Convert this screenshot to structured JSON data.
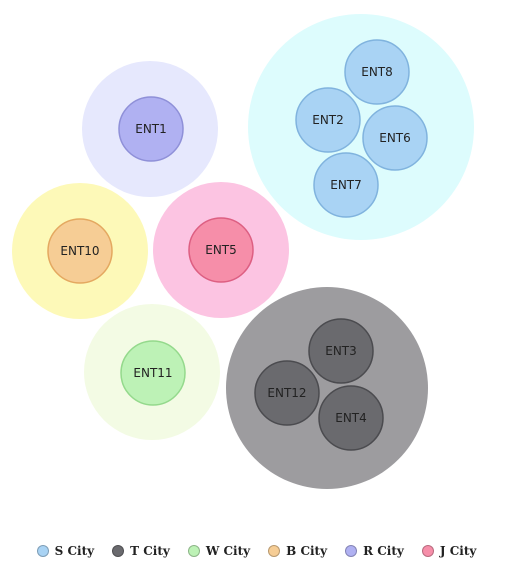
{
  "legend": [
    {
      "key": "s",
      "label": "S City",
      "color": "#a9d3f4"
    },
    {
      "key": "t",
      "label": "T City",
      "color": "#6a6a6e"
    },
    {
      "key": "w",
      "label": "W City",
      "color": "#bdf2b6"
    },
    {
      "key": "b",
      "label": "B City",
      "color": "#f6cd95"
    },
    {
      "key": "r",
      "label": "R City",
      "color": "#b0b1f2"
    },
    {
      "key": "j",
      "label": "J City",
      "color": "#f68ea9"
    }
  ],
  "groups": [
    {
      "key": "s",
      "bg": "#ddfcfd",
      "entities": [
        "ENT8",
        "ENT2",
        "ENT6",
        "ENT7"
      ]
    },
    {
      "key": "r",
      "bg": "#e6e8fd",
      "entities": [
        "ENT1"
      ]
    },
    {
      "key": "b",
      "bg": "#fdf9b8",
      "entities": [
        "ENT10"
      ]
    },
    {
      "key": "j",
      "bg": "#fcc4e2",
      "entities": [
        "ENT5"
      ]
    },
    {
      "key": "w",
      "bg": "#f3fbe4",
      "entities": [
        "ENT11"
      ]
    },
    {
      "key": "t",
      "bg": "#9d9c9f",
      "entities": [
        "ENT3",
        "ENT12",
        "ENT4"
      ]
    }
  ]
}
